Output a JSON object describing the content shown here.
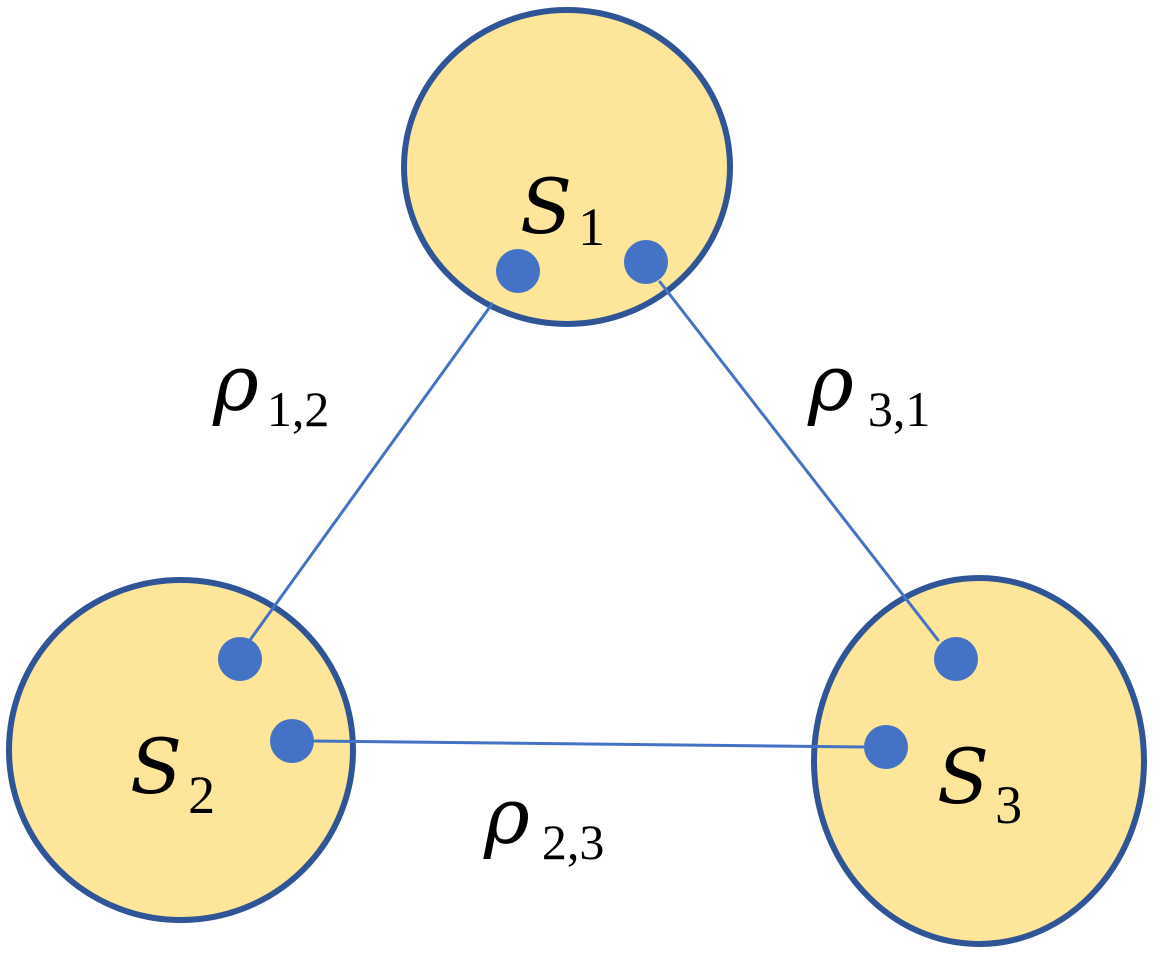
{
  "colors": {
    "circle_fill": "#FDE699",
    "circle_stroke": "#2F5597",
    "link_color": "#4472C4",
    "point_color": "#4472C4",
    "text_color": "#000000"
  },
  "sets": [
    {
      "symbol": "S",
      "index": "1"
    },
    {
      "symbol": "S",
      "index": "2"
    },
    {
      "symbol": "S",
      "index": "3"
    }
  ],
  "links": [
    {
      "symbol": "ρ",
      "index": "1,2"
    },
    {
      "symbol": "ρ",
      "index": "2,3"
    },
    {
      "symbol": "ρ",
      "index": "3,1"
    }
  ]
}
